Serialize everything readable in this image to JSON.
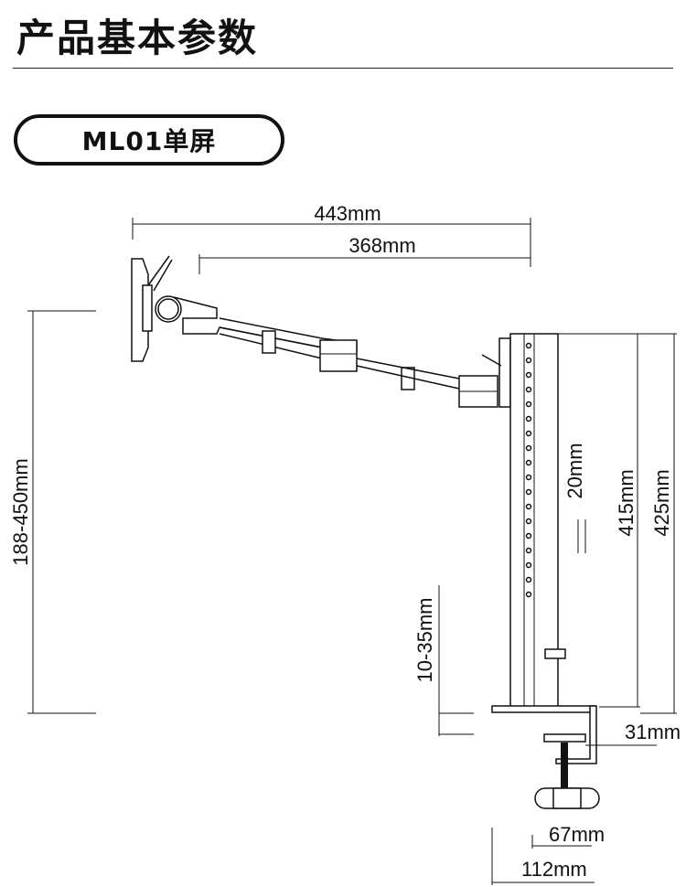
{
  "header": {
    "title": "产品基本参数"
  },
  "model": {
    "label": "ML01单屏"
  },
  "dimensions": {
    "total_reach": "443mm",
    "arm_reach": "368mm",
    "height_range": "188-450mm",
    "hole_spacing": "20mm",
    "pole_height": "415mm",
    "total_height": "425mm",
    "desk_thickness": "10-35mm",
    "clamp_depth": "31mm",
    "clamp_pad_width": "67mm",
    "base_width": "112mm"
  }
}
